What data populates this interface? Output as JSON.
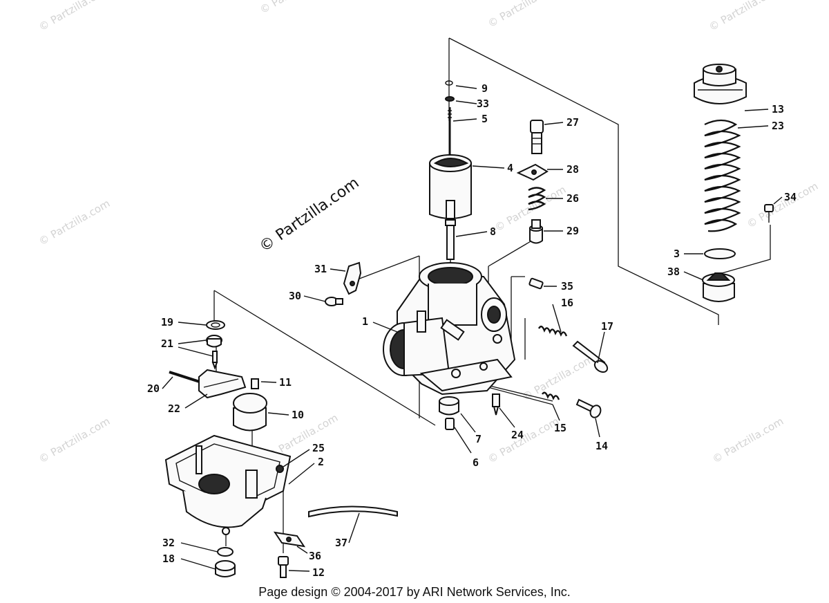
{
  "watermark": {
    "small_text": "© Partzilla.com",
    "big_text": "© Partzilla.com"
  },
  "footer": {
    "text": "Page design © 2004-2017 by ARI Network Services, Inc."
  },
  "callouts": [
    "1",
    "2",
    "3",
    "4",
    "5",
    "6",
    "7",
    "8",
    "9",
    "10",
    "11",
    "12",
    "13",
    "14",
    "15",
    "16",
    "17",
    "18",
    "19",
    "20",
    "21",
    "22",
    "23",
    "24",
    "25",
    "26",
    "27",
    "28",
    "29",
    "30",
    "31",
    "32",
    "33",
    "34",
    "35",
    "36",
    "37",
    "38"
  ]
}
